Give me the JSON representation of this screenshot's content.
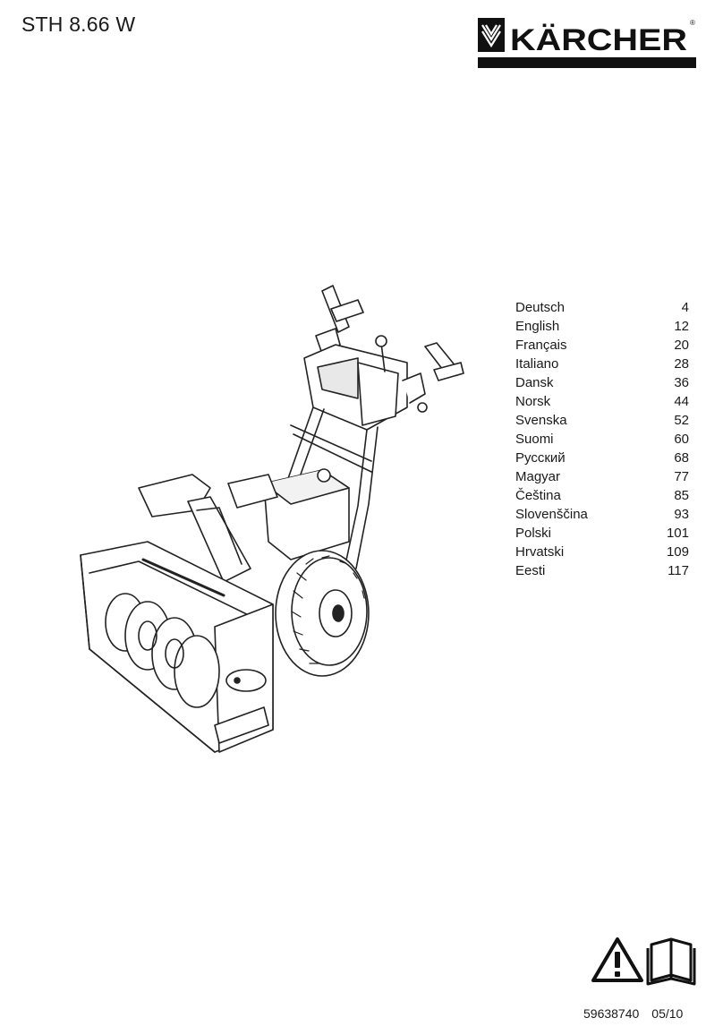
{
  "header": {
    "model": "STH 8.66 W",
    "brand": "KÄRCHER",
    "brand_registered": "®"
  },
  "illustration": {
    "subject": "snow-thrower-illustration"
  },
  "toc": [
    {
      "language": "Deutsch",
      "page": "4"
    },
    {
      "language": "English",
      "page": "12"
    },
    {
      "language": "Français",
      "page": "20"
    },
    {
      "language": "Italiano",
      "page": "28"
    },
    {
      "language": "Dansk",
      "page": "36"
    },
    {
      "language": "Norsk",
      "page": "44"
    },
    {
      "language": "Svenska",
      "page": "52"
    },
    {
      "language": "Suomi",
      "page": "60"
    },
    {
      "language": "Русский",
      "page": "68"
    },
    {
      "language": "Magyar",
      "page": "77"
    },
    {
      "language": "Čeština",
      "page": "85"
    },
    {
      "language": "Slovenščina",
      "page": "93"
    },
    {
      "language": "Polski",
      "page": "101"
    },
    {
      "language": "Hrvatski",
      "page": "109"
    },
    {
      "language": "Eesti",
      "page": "117"
    }
  ],
  "icons": [
    "warning-triangle-icon",
    "manual-book-icon"
  ],
  "footer": {
    "doc_number": "59638740",
    "date": "05/10"
  },
  "colors": {
    "ink": "#1a1a1a",
    "logo_black": "#111111",
    "background": "#ffffff"
  }
}
